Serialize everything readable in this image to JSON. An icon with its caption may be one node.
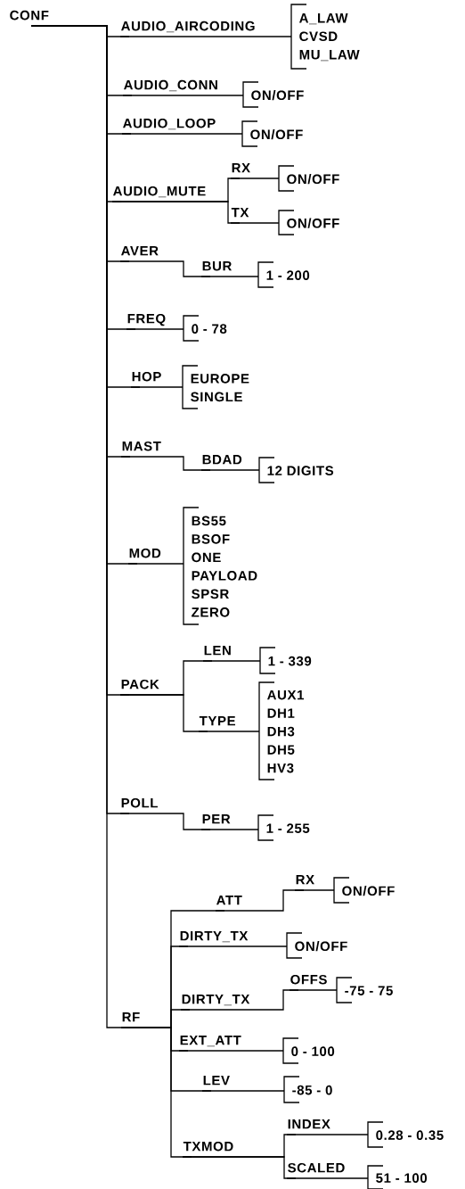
{
  "diagram": {
    "nodes": [
      {
        "text": [
          "CONF"
        ]
      },
      {
        "text": [
          "AUDIO_AIRCODING"
        ]
      },
      {
        "text": [
          "A_LAW",
          "CVSD",
          "MU_LAW"
        ]
      },
      {
        "text": [
          "AUDIO_CONN"
        ]
      },
      {
        "text": [
          "ON/OFF"
        ]
      },
      {
        "text": [
          "AUDIO_LOOP"
        ]
      },
      {
        "text": [
          "ON/OFF"
        ]
      },
      {
        "text": [
          "AUDIO_MUTE"
        ]
      },
      {
        "text": [
          "RX"
        ]
      },
      {
        "text": [
          "ON/OFF"
        ]
      },
      {
        "text": [
          "TX"
        ]
      },
      {
        "text": [
          "ON/OFF"
        ]
      },
      {
        "text": [
          "AVER"
        ]
      },
      {
        "text": [
          "BUR"
        ]
      },
      {
        "text": [
          "1 - 200"
        ]
      },
      {
        "text": [
          "FREQ"
        ]
      },
      {
        "text": [
          "0 - 78"
        ]
      },
      {
        "text": [
          "HOP"
        ]
      },
      {
        "text": [
          "EUROPE",
          "SINGLE"
        ]
      },
      {
        "text": [
          "MAST"
        ]
      },
      {
        "text": [
          "BDAD"
        ]
      },
      {
        "text": [
          "12 DIGITS"
        ]
      },
      {
        "text": [
          "MOD"
        ]
      },
      {
        "text": [
          "BS55",
          "BSOF",
          "ONE",
          "PAYLOAD",
          "SPSR",
          "ZERO"
        ]
      },
      {
        "text": [
          "PACK"
        ]
      },
      {
        "text": [
          "LEN"
        ]
      },
      {
        "text": [
          "1 - 339"
        ]
      },
      {
        "text": [
          "TYPE"
        ]
      },
      {
        "text": [
          "AUX1",
          "DH1",
          "DH3",
          "DH5",
          "HV3"
        ]
      },
      {
        "text": [
          "POLL"
        ]
      },
      {
        "text": [
          "PER"
        ]
      },
      {
        "text": [
          "1 - 255"
        ]
      },
      {
        "text": [
          "RF"
        ]
      },
      {
        "text": [
          "ATT"
        ]
      },
      {
        "text": [
          "RX"
        ]
      },
      {
        "text": [
          "ON/OFF"
        ]
      },
      {
        "text": [
          "DIRTY_TX"
        ]
      },
      {
        "text": [
          "ON/OFF"
        ]
      },
      {
        "text": [
          "DIRTY_TX"
        ]
      },
      {
        "text": [
          "OFFS"
        ]
      },
      {
        "text": [
          "-75 - 75"
        ]
      },
      {
        "text": [
          "EXT_ATT"
        ]
      },
      {
        "text": [
          "0 - 100"
        ]
      },
      {
        "text": [
          "LEV"
        ]
      },
      {
        "text": [
          "-85 - 0"
        ]
      },
      {
        "text": [
          "TXMOD"
        ]
      },
      {
        "text": [
          "INDEX"
        ]
      },
      {
        "text": [
          "0.28 - 0.35"
        ]
      },
      {
        "text": [
          "SCALED"
        ]
      },
      {
        "text": [
          "51 - 100"
        ]
      }
    ],
    "edges": [
      {
        "from": 0,
        "to": 1,
        "arrow": "none"
      },
      {
        "from": 1,
        "to": 2,
        "arrow": "none"
      },
      {
        "from": 0,
        "to": 3,
        "arrow": "none"
      },
      {
        "from": 3,
        "to": 4,
        "arrow": "none"
      },
      {
        "from": 0,
        "to": 5,
        "arrow": "none"
      },
      {
        "from": 5,
        "to": 6,
        "arrow": "none"
      },
      {
        "from": 0,
        "to": 7,
        "arrow": "none"
      },
      {
        "from": 7,
        "to": 8,
        "arrow": "none"
      },
      {
        "from": 8,
        "to": 9,
        "arrow": "none"
      },
      {
        "from": 7,
        "to": 10,
        "arrow": "none"
      },
      {
        "from": 10,
        "to": 11,
        "arrow": "none"
      },
      {
        "from": 0,
        "to": 12,
        "arrow": "none"
      },
      {
        "from": 12,
        "to": 13,
        "arrow": "none"
      },
      {
        "from": 13,
        "to": 14,
        "arrow": "none"
      },
      {
        "from": 0,
        "to": 15,
        "arrow": "none"
      },
      {
        "from": 15,
        "to": 16,
        "arrow": "none"
      },
      {
        "from": 0,
        "to": 17,
        "arrow": "none"
      },
      {
        "from": 17,
        "to": 18,
        "arrow": "none"
      },
      {
        "from": 0,
        "to": 19,
        "arrow": "none"
      },
      {
        "from": 19,
        "to": 20,
        "arrow": "none"
      },
      {
        "from": 20,
        "to": 21,
        "arrow": "none"
      },
      {
        "from": 0,
        "to": 22,
        "arrow": "none"
      },
      {
        "from": 22,
        "to": 23,
        "arrow": "none"
      },
      {
        "from": 0,
        "to": 24,
        "arrow": "none"
      },
      {
        "from": 24,
        "to": 25,
        "arrow": "none"
      },
      {
        "from": 25,
        "to": 26,
        "arrow": "none"
      },
      {
        "from": 24,
        "to": 27,
        "arrow": "none"
      },
      {
        "from": 27,
        "to": 28,
        "arrow": "none"
      },
      {
        "from": 0,
        "to": 29,
        "arrow": "none"
      },
      {
        "from": 29,
        "to": 30,
        "arrow": "none"
      },
      {
        "from": 30,
        "to": 31,
        "arrow": "none"
      },
      {
        "from": 0,
        "to": 32,
        "arrow": "none"
      },
      {
        "from": 32,
        "to": 33,
        "arrow": "none"
      },
      {
        "from": 33,
        "to": 34,
        "arrow": "none"
      },
      {
        "from": 34,
        "to": 35,
        "arrow": "none"
      },
      {
        "from": 32,
        "to": 36,
        "arrow": "none"
      },
      {
        "from": 36,
        "to": 37,
        "arrow": "none"
      },
      {
        "from": 32,
        "to": 38,
        "arrow": "none"
      },
      {
        "from": 38,
        "to": 39,
        "arrow": "none"
      },
      {
        "from": 39,
        "to": 40,
        "arrow": "none"
      },
      {
        "from": 32,
        "to": 41,
        "arrow": "none"
      },
      {
        "from": 41,
        "to": 42,
        "arrow": "none"
      },
      {
        "from": 32,
        "to": 43,
        "arrow": "none"
      },
      {
        "from": 43,
        "to": 44,
        "arrow": "none"
      },
      {
        "from": 32,
        "to": 45,
        "arrow": "none"
      },
      {
        "from": 45,
        "to": 46,
        "arrow": "none"
      },
      {
        "from": 46,
        "to": 47,
        "arrow": "none"
      },
      {
        "from": 45,
        "to": 48,
        "arrow": "none"
      },
      {
        "from": 48,
        "to": 49,
        "arrow": "none"
      }
    ]
  }
}
